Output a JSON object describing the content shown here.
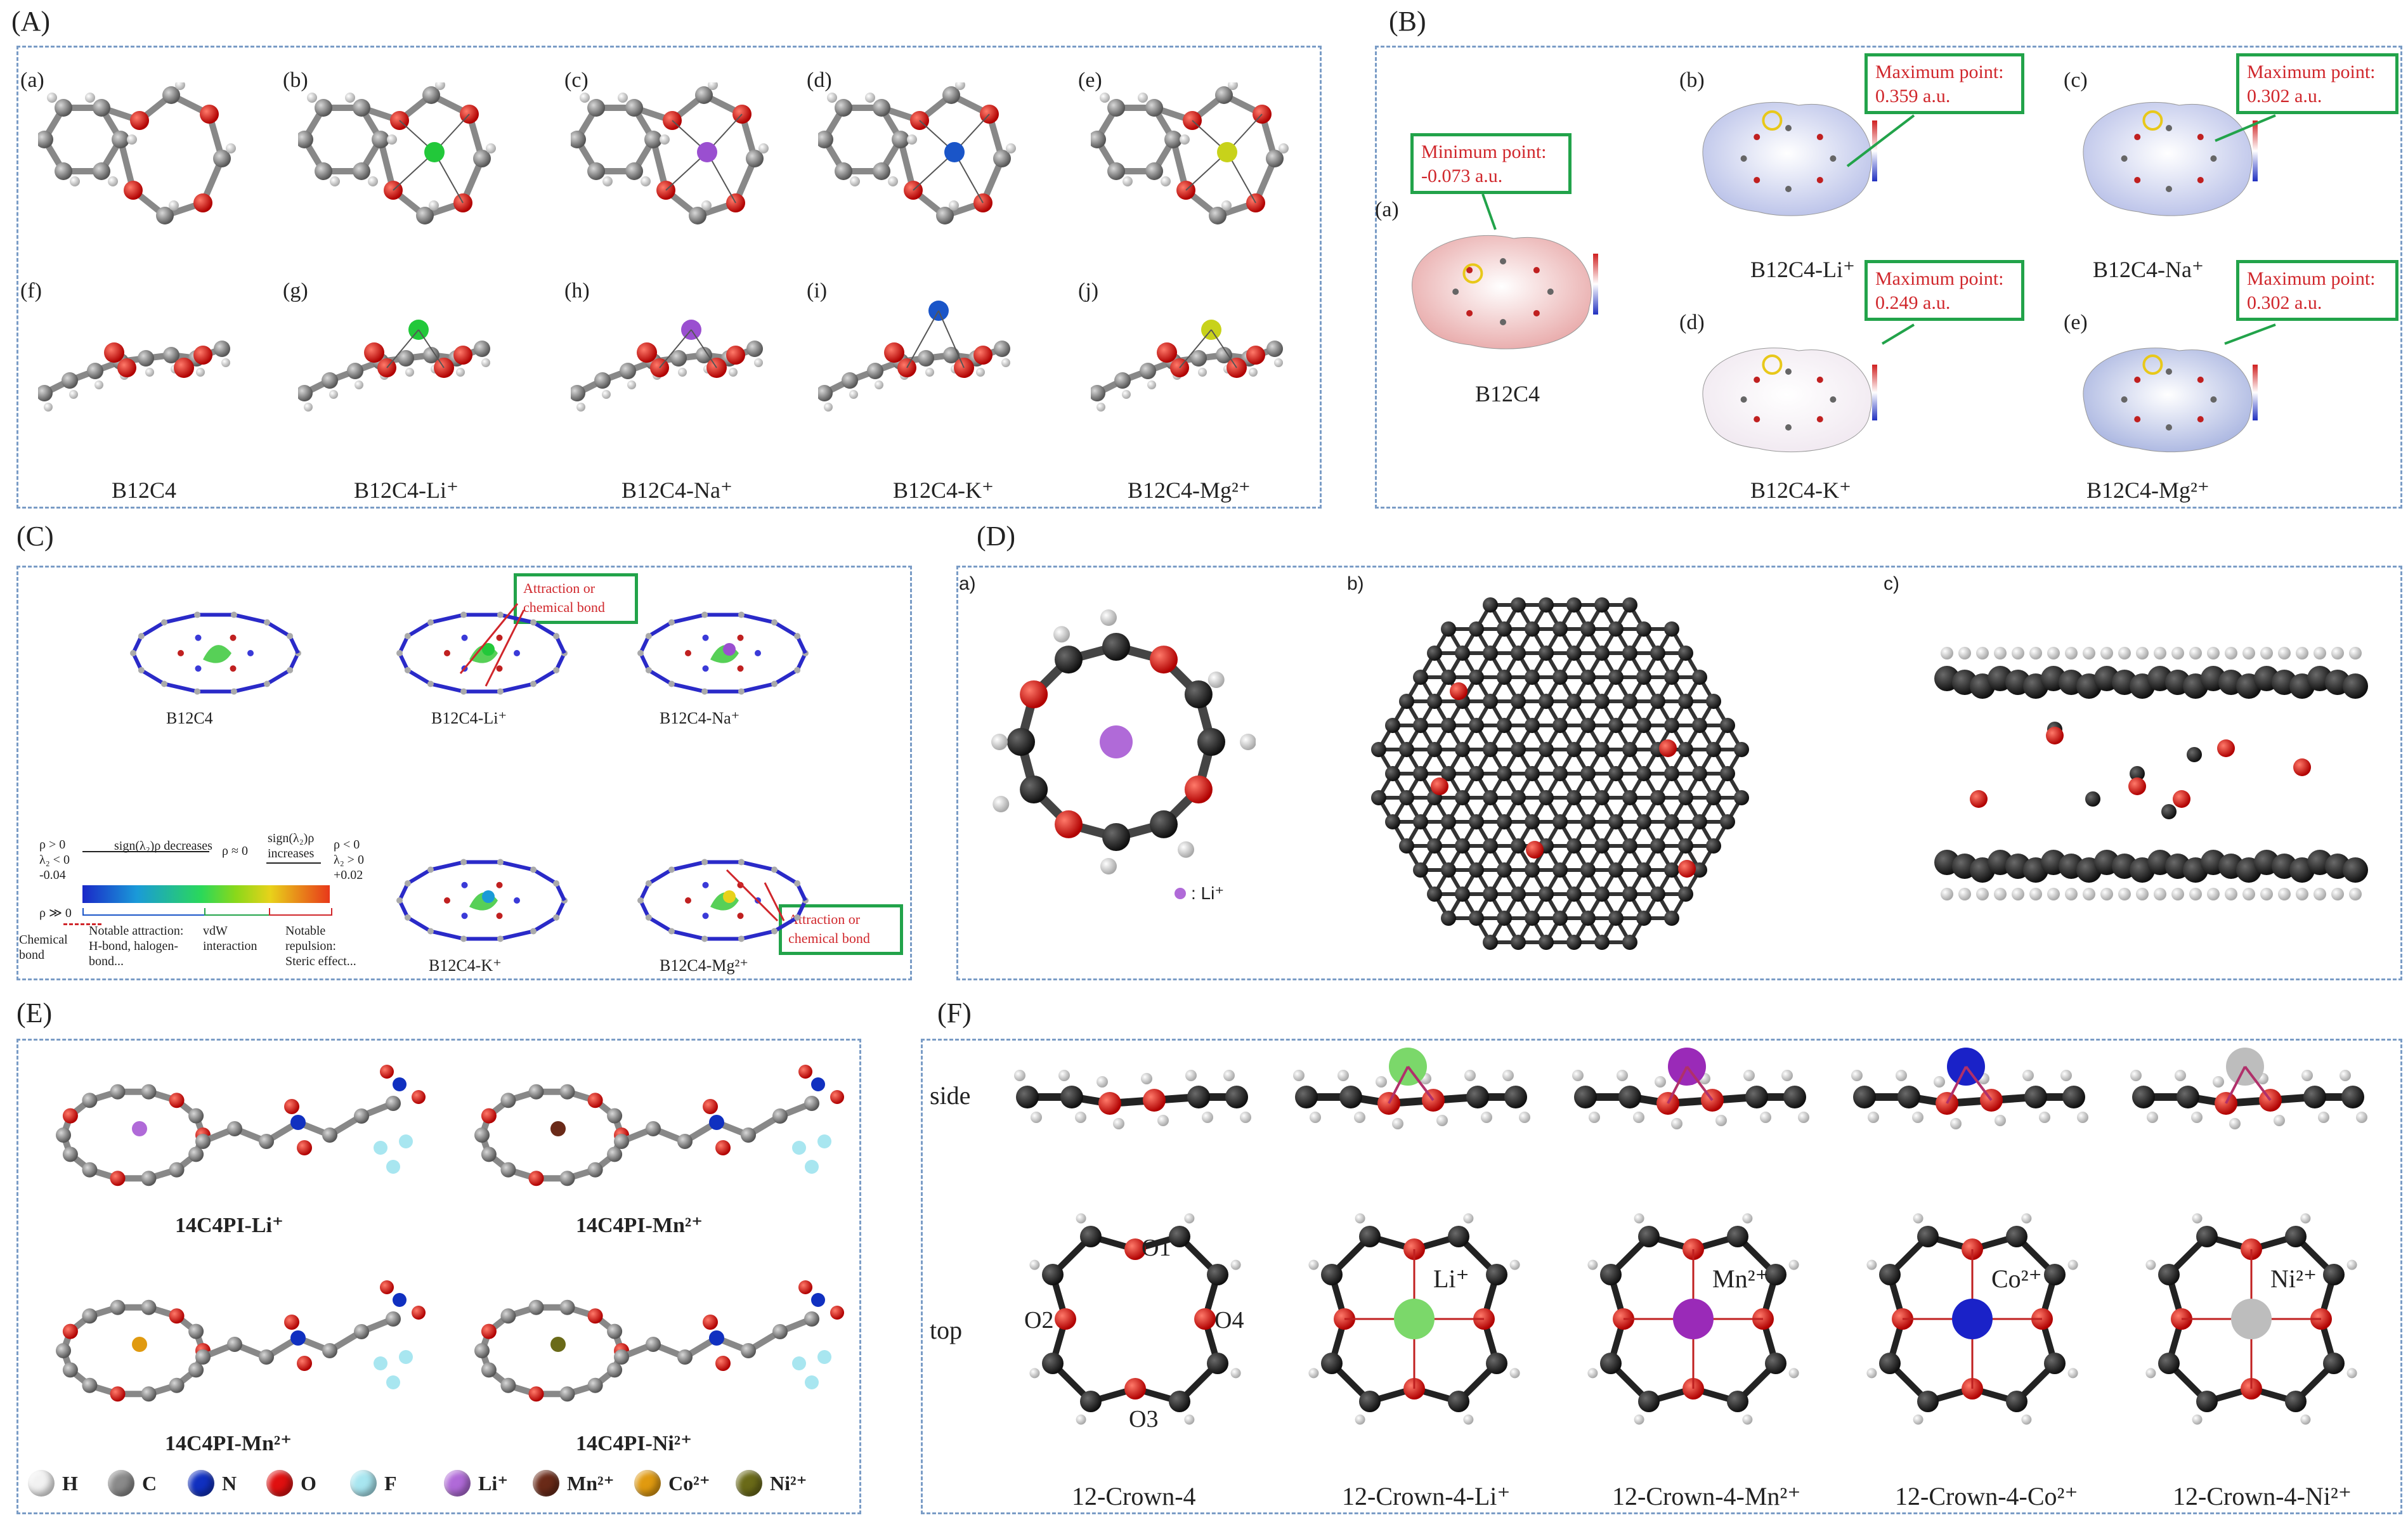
{
  "panels": {
    "A": {
      "letter": "(A)",
      "subs": [
        "(a)",
        "(b)",
        "(c)",
        "(d)",
        "(e)",
        "(f)",
        "(g)",
        "(h)",
        "(i)",
        "(j)"
      ],
      "labels": [
        "B12C4",
        "B12C4-Li⁺",
        "B12C4-Na⁺",
        "B12C4-K⁺",
        "B12C4-Mg²⁺"
      ],
      "ion_colors": [
        "",
        "#22c83a",
        "#9a4fd0",
        "#1a55c8",
        "#c8d21a"
      ]
    },
    "B": {
      "letter": "(B)",
      "subs": [
        "(a)",
        "(b)",
        "(c)",
        "(d)",
        "(e)"
      ],
      "labels": [
        "B12C4",
        "B12C4-Li⁺",
        "B12C4-Na⁺",
        "B12C4-K⁺",
        "B12C4-Mg²⁺"
      ],
      "callouts": [
        {
          "title": "Minimum point:",
          "value": "-0.073 a.u."
        },
        {
          "title": "Maximum point:",
          "value": "0.359 a.u."
        },
        {
          "title": "Maximum point:",
          "value": "0.302 a.u."
        },
        {
          "title": "Maximum point:",
          "value": "0.249 a.u."
        },
        {
          "title": "Maximum point:",
          "value": "0.302 a.u."
        }
      ]
    },
    "C": {
      "letter": "(C)",
      "labels": [
        "B12C4",
        "B12C4-Li⁺",
        "B12C4-Na⁺",
        "B12C4-K⁺",
        "B12C4-Mg²⁺"
      ],
      "callouts": [
        {
          "line1": "Attraction or",
          "line2": "chemical bond"
        },
        {
          "line1": "Attraction or",
          "line2": "chemical bond"
        }
      ],
      "scale": {
        "decreases": "sign(λ₂)ρ decreases",
        "increases": "sign(λ₂)ρ increases",
        "rho_zero": "ρ ≈ 0",
        "left_top": "ρ > 0",
        "left_mid": "λ₂ < 0",
        "left_val": "-0.04",
        "left_bot": "ρ ≫ 0",
        "right_top": "ρ < 0",
        "right_mid": "λ₂ > 0",
        "right_val": "+0.02",
        "chem_bond": "Chemical bond",
        "attr": "Notable attraction: H-bond, halogen-bond...",
        "vdw": "vdW interaction",
        "rep": "Notable repulsion: Steric effect..."
      }
    },
    "D": {
      "letter": "(D)",
      "subs": [
        "a)",
        "b)",
        "c)"
      ],
      "li_legend": ": Li⁺"
    },
    "E": {
      "letter": "(E)",
      "labels": [
        "14C4PI-Li⁺",
        "14C4PI-Mn²⁺",
        "14C4PI-Mn²⁺",
        "14C4PI-Ni²⁺"
      ],
      "legend": [
        {
          "label": "H",
          "color": "#f2f2f2"
        },
        {
          "label": "C",
          "color": "#8a8a8a"
        },
        {
          "label": "N",
          "color": "#1030c0"
        },
        {
          "label": "O",
          "color": "#e01010"
        },
        {
          "label": "F",
          "color": "#a8e6f0"
        },
        {
          "label": "Li⁺",
          "color": "#b06ad8"
        },
        {
          "label": "Mn²⁺",
          "color": "#6a2a18"
        },
        {
          "label": "Co²⁺",
          "color": "#e09a10"
        },
        {
          "label": "Ni²⁺",
          "color": "#6a6a18"
        }
      ]
    },
    "F": {
      "letter": "(F)",
      "row_side": "side",
      "row_top": "top",
      "labels": [
        "12-Crown-4",
        "12-Crown-4-Li⁺",
        "12-Crown-4-Mn²⁺",
        "12-Crown-4-Co²⁺",
        "12-Crown-4-Ni²⁺"
      ],
      "oxygen_labels": [
        "O1",
        "O2",
        "O3",
        "O4"
      ],
      "ion_labels": [
        "",
        "Li⁺",
        "Mn²⁺",
        "Co²⁺",
        "Ni²⁺"
      ],
      "ion_colors": [
        "",
        "#7bd86a",
        "#9a2ab8",
        "#1a22c8",
        "#bdbdbd"
      ]
    }
  }
}
